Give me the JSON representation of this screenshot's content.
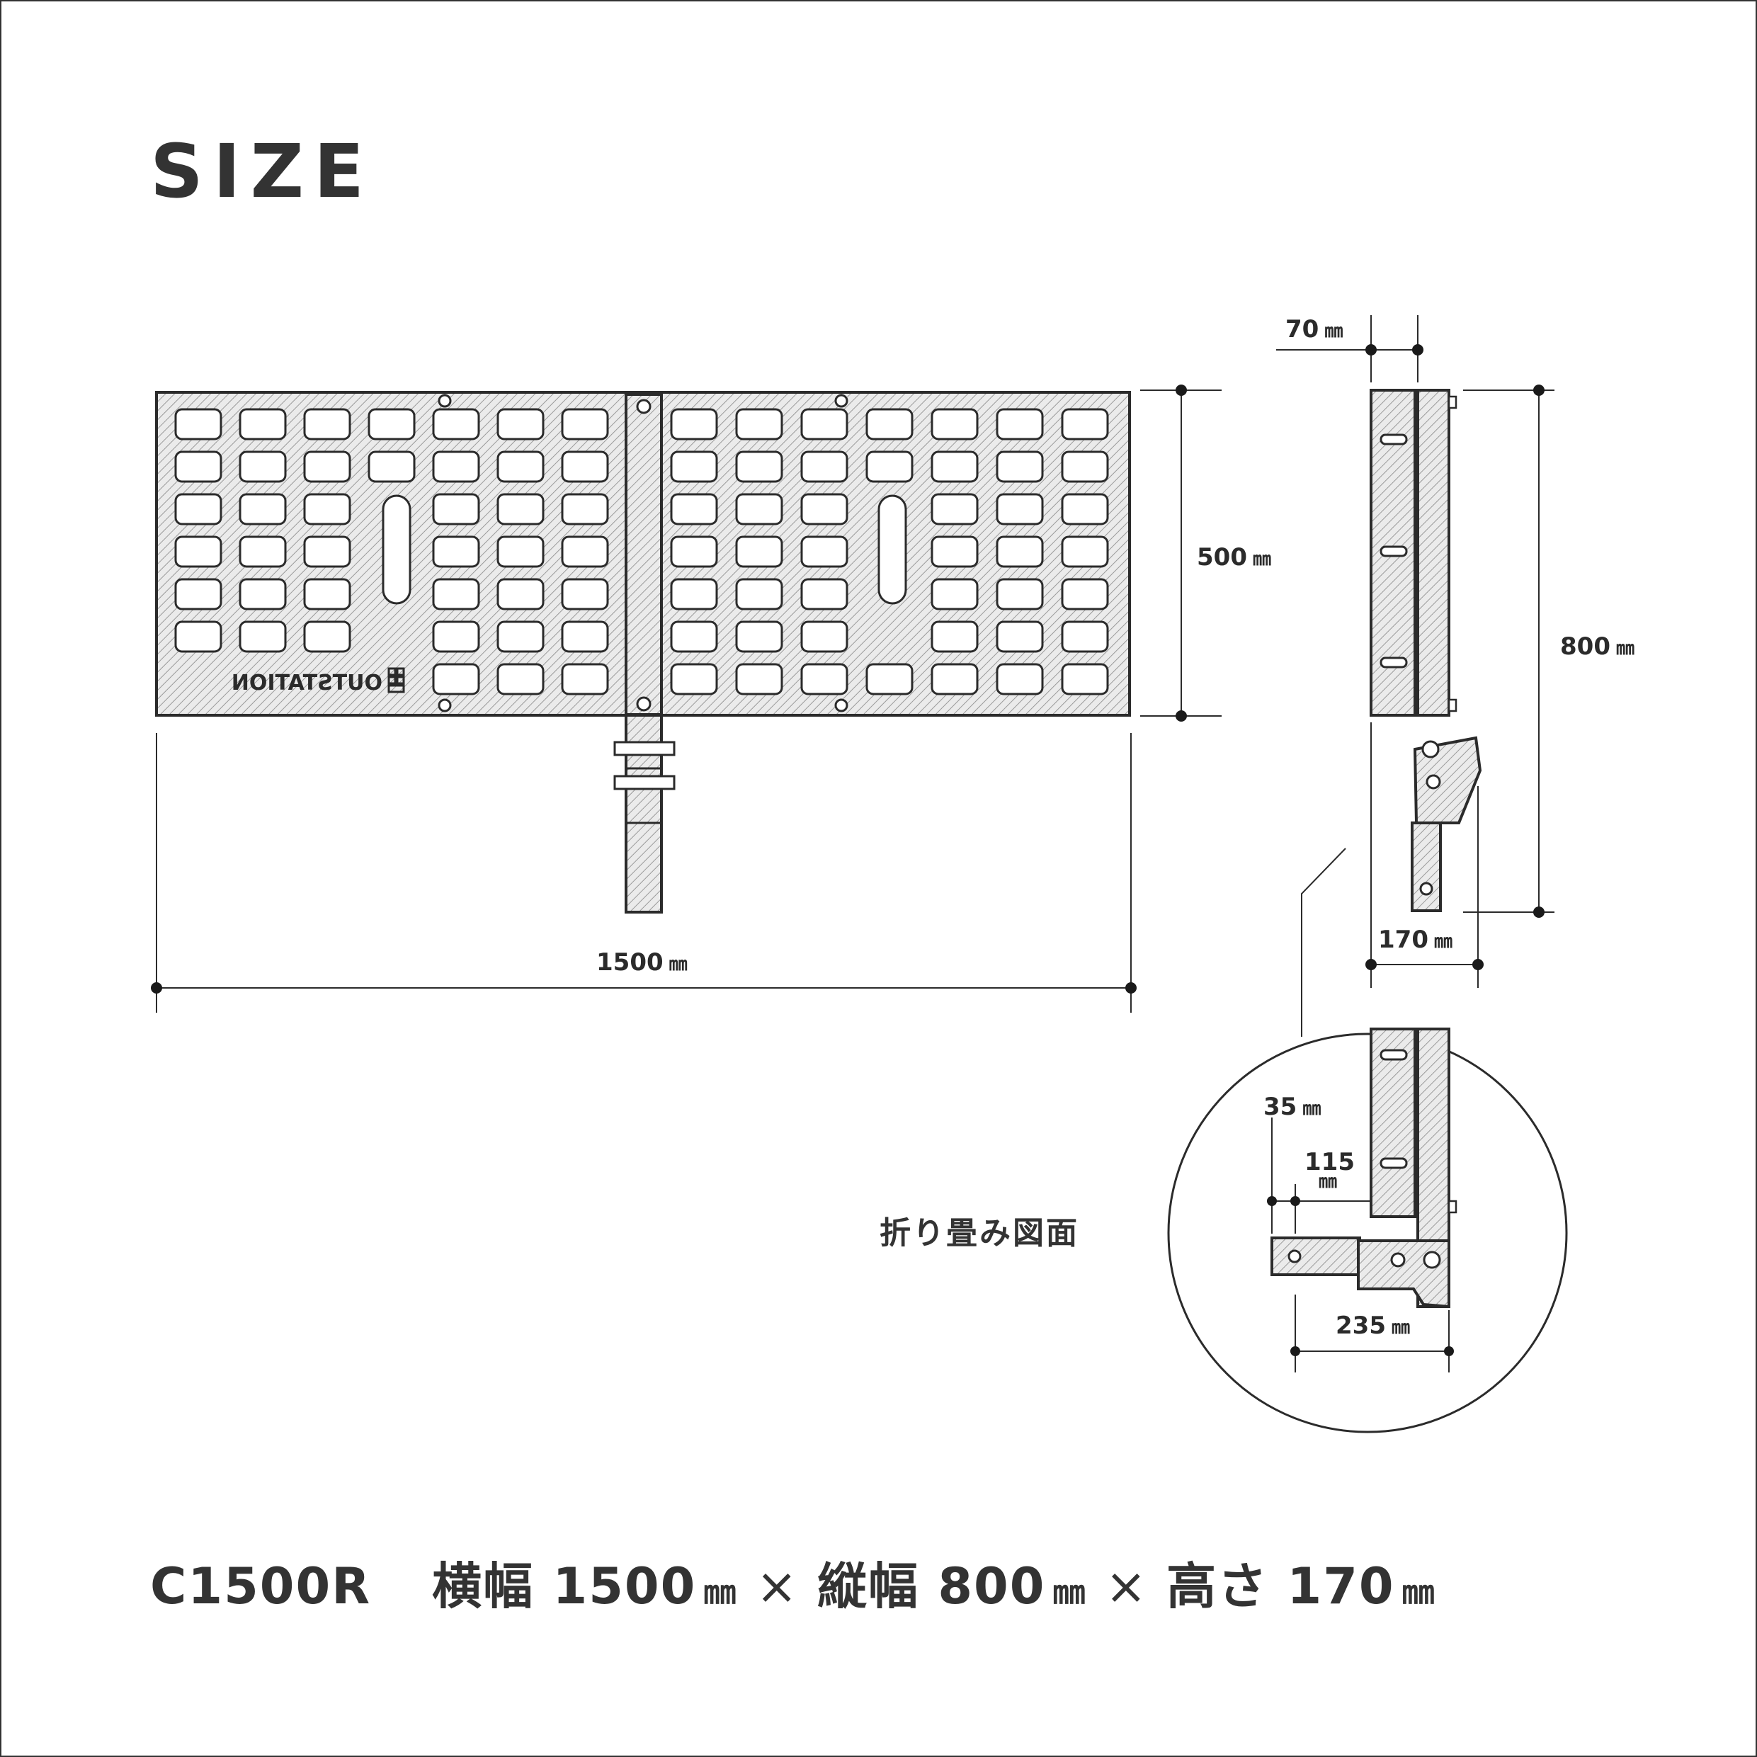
{
  "title": "SIZE",
  "unit": "㎜",
  "front_view": {
    "logo_text": "OUTSTATION",
    "width_value": "1500",
    "height_value": "500"
  },
  "side_view": {
    "top_width_value": "70",
    "total_height_value": "800",
    "bottom_width_value": "170"
  },
  "folded_view": {
    "label": "折り畳み図面",
    "offset_a_value": "35",
    "offset_b_value": "115",
    "depth_value": "235"
  },
  "spec": {
    "model": "C1500R",
    "width_label": "横幅",
    "width_value": "1500",
    "length_label": "縦幅",
    "length_value": "800",
    "height_label": "高さ",
    "height_value": "170",
    "times": "×"
  },
  "colors": {
    "line": "#2b2b2b",
    "fill": "#d8d8d8",
    "text": "#333333"
  }
}
